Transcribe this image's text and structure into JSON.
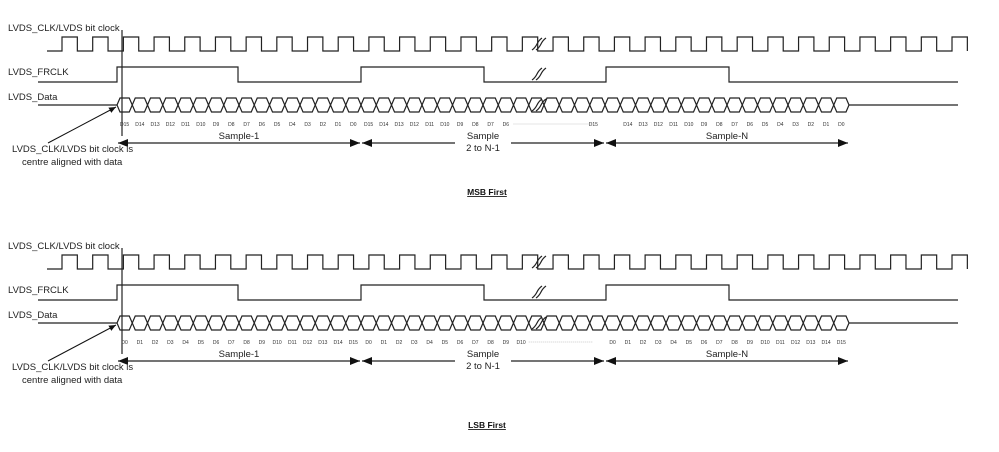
{
  "diagrams": [
    {
      "title": "MSB First",
      "signals": {
        "clock": "LVDS_CLK/LVDS bit clock",
        "frame": "LVDS_FRCLK",
        "data": "LVDS_Data"
      },
      "annotation": [
        "LVDS_CLK/LVDS bit clock is",
        "centre aligned with data"
      ],
      "samples": [
        {
          "label": [
            "Sample-1"
          ],
          "bits": [
            "D15",
            "D14",
            "D13",
            "D12",
            "D11",
            "D10",
            "D9",
            "D8",
            "D7",
            "D6",
            "D5",
            "D4",
            "D3",
            "D2",
            "D1",
            "D0"
          ]
        },
        {
          "label": [
            "Sample",
            "2 to N-1"
          ],
          "bits": [
            "D15",
            "D14",
            "D13",
            "D12",
            "D11",
            "D10",
            "D9",
            "D8",
            "D7",
            "D6"
          ],
          "tail": "D15"
        },
        {
          "label": [
            "Sample-N"
          ],
          "bits": [
            "D14",
            "D13",
            "D12",
            "D11",
            "D10",
            "D9",
            "D8",
            "D7",
            "D6",
            "D5",
            "D4",
            "D3",
            "D2",
            "D1",
            "D0"
          ],
          "offset": 1
        }
      ]
    },
    {
      "title": "LSB First",
      "signals": {
        "clock": "LVDS_CLK/LVDS bit clock",
        "frame": "LVDS_FRCLK",
        "data": "LVDS_Data"
      },
      "annotation": [
        "LVDS_CLK/LVDS bit clock is",
        "centre aligned with data"
      ],
      "samples": [
        {
          "label": [
            "Sample-1"
          ],
          "bits": [
            "D0",
            "D1",
            "D2",
            "D3",
            "D4",
            "D5",
            "D6",
            "D7",
            "D8",
            "D9",
            "D10",
            "D11",
            "D12",
            "D13",
            "D14",
            "D15"
          ]
        },
        {
          "label": [
            "Sample",
            "2 to N-1"
          ],
          "bits": [
            "D0",
            "D1",
            "D2",
            "D3",
            "D4",
            "D5",
            "D6",
            "D7",
            "D8",
            "D9",
            "D10"
          ]
        },
        {
          "label": [
            "Sample-N"
          ],
          "bits": [
            "D0",
            "D1",
            "D2",
            "D3",
            "D4",
            "D5",
            "D6",
            "D7",
            "D8",
            "D9",
            "D10",
            "D11",
            "D12",
            "D13",
            "D14",
            "D15"
          ]
        }
      ]
    }
  ]
}
